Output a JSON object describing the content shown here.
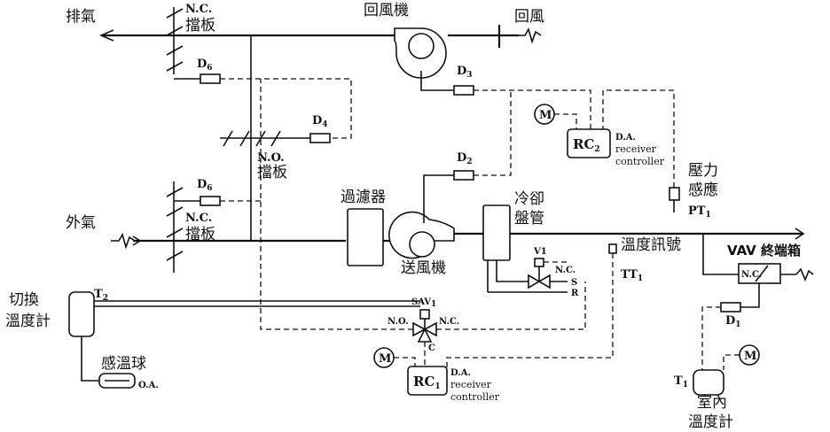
{
  "labels": {
    "exhaust": "排氣",
    "outdoor_air": "外氣",
    "return_fan": "回風機",
    "return_air": "回風",
    "supply_fan": "送風機",
    "filter": "過濾器",
    "cooling_coil_1": "冷卻",
    "cooling_coil_2": "盤管",
    "nc": "N.C.",
    "no": "N.O.",
    "damper": "擋板",
    "pressure_1": "壓力",
    "pressure_2": "感應",
    "temp_signal": "溫度訊號",
    "vav_box": "VAV 終端箱",
    "switch_thermo_1": "切換",
    "switch_thermo_2": "溫度計",
    "bulb": "感溫球",
    "oa": "O.A.",
    "room_1": "室內",
    "room_2": "溫度計",
    "da": "D.A.",
    "receiver": "receiver",
    "controller": "controller",
    "motor": "M",
    "valve_sav": "SAV",
    "valve_c": "C",
    "port_s": "S",
    "port_r": "R",
    "valve_v": "V1"
  },
  "tags": {
    "d1": "D",
    "d1_sub": "1",
    "d2": "D",
    "d2_sub": "2",
    "d3": "D",
    "d3_sub": "3",
    "d4": "D",
    "d4_sub": "4",
    "d6": "D",
    "d6_sub": "6",
    "rc1": "RC",
    "rc1_sub": "1",
    "rc2": "RC",
    "rc2_sub": "2",
    "pt": "PT",
    "pt_sub": "1",
    "tt": "TT",
    "tt_sub": "1",
    "t1": "T",
    "t1_sub": "1",
    "t2": "T",
    "t2_sub": "2",
    "sav_sub": "1"
  }
}
